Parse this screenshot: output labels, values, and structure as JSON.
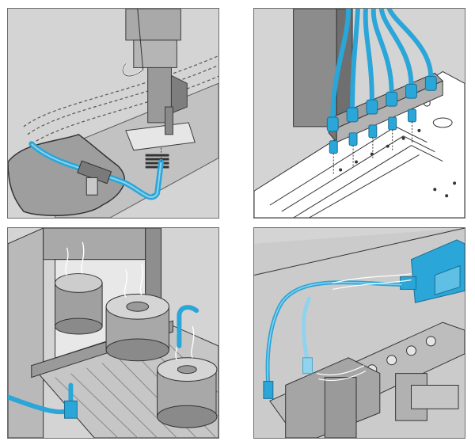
{
  "colors": {
    "panel_background": "#d4d4d4",
    "machine_gray": "#a9a9a9",
    "machine_dark": "#6f6f6f",
    "outline": "#3b3b3b",
    "tube_blue": "#2aa6d8",
    "tube_blue_light": "#8fd3ee",
    "white": "#ffffff"
  },
  "panels": [
    {
      "id": "sewing-machine-needle-cooling",
      "icons": [
        "sewing-foot-icon",
        "blue-air-hose-icon",
        "fabric-icon"
      ]
    },
    {
      "id": "pcb-multi-nozzle-blowing",
      "icons": [
        "manifold-block-icon",
        "blue-hoses-icon",
        "circuit-board-icon"
      ]
    },
    {
      "id": "conveyor-parts-cooling",
      "icons": [
        "oven-frame-icon",
        "round-parts-icon",
        "blue-air-hose-icon"
      ]
    },
    {
      "id": "sensor-lens-cleaning",
      "icons": [
        "sensor-box-icon",
        "blue-cable-icon",
        "linear-rail-icon"
      ]
    }
  ]
}
